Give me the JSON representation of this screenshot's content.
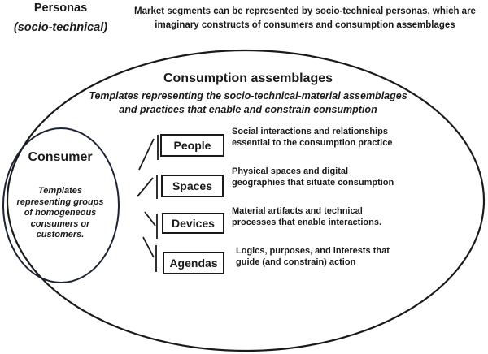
{
  "header": {
    "title": "Personas",
    "subtitle": "(socio-technical)",
    "description_lines": [
      "Market segments can be represented by socio-technical personas, which are",
      "imaginary constructs of consumers and consumption assemblages"
    ]
  },
  "assemblage": {
    "title": "Consumption assemblages",
    "subtitle_lines": [
      "Templates representing the socio-technical-material assemblages",
      "and practices that enable and constrain consumption"
    ]
  },
  "consumer": {
    "title": "Consumer",
    "description": "Templates representing groups of homogeneous consumers or customers."
  },
  "components": [
    {
      "label": "People",
      "description_lines": [
        "Social interactions and relationships",
        "essential to the consumption practice"
      ]
    },
    {
      "label": "Spaces",
      "description_lines": [
        "Physical spaces and digital",
        "geographies that situate consumption"
      ]
    },
    {
      "label": "Devices",
      "description_lines": [
        "Material artifacts and technical",
        "processes that enable interactions."
      ]
    },
    {
      "label": "Agendas",
      "description_lines": [
        "Logics, purposes, and interests that",
        "guide (and constrain) action"
      ]
    }
  ],
  "colors": {
    "background": "#ffffff",
    "outline": "#1a1a1a",
    "consumer_outline": "#1c2333",
    "text": "#1a1a1a"
  }
}
